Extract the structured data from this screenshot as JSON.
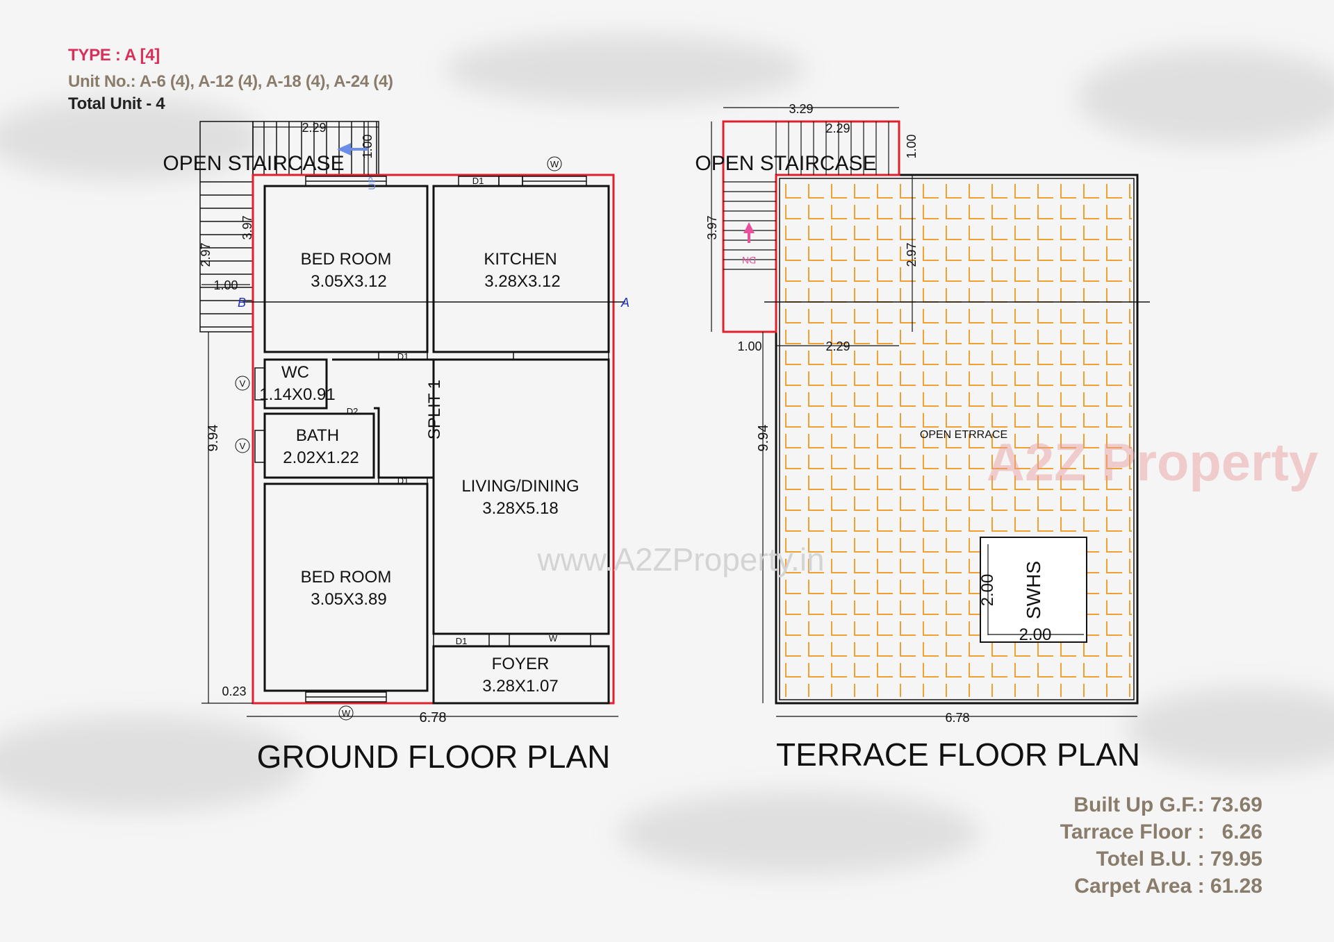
{
  "header": {
    "type": "TYPE : A [4]",
    "units": "Unit No.: A-6 (4), A-12 (4), A-18 (4), A-24 (4)",
    "total": "Total Unit - 4"
  },
  "colors": {
    "type": "#d9305a",
    "units": "#8a7c6a",
    "outline_red": "#e0202a",
    "tile_orange": "#f0a030"
  },
  "ground": {
    "title": "GROUND FLOOR PLAN",
    "staircase": "OPEN STAIRCASE",
    "up_label": "UP",
    "rooms": [
      {
        "name": "BED ROOM",
        "size": "3.05X3.12"
      },
      {
        "name": "KITCHEN",
        "size": "3.28X3.12"
      },
      {
        "name": "WC",
        "size": "1.14X0.91"
      },
      {
        "name": "BATH",
        "size": "2.02X1.22"
      },
      {
        "name": "LIVING/DINING",
        "size": "3.28X5.18"
      },
      {
        "name": "BED ROOM",
        "size": "3.05X3.89"
      },
      {
        "name": "FOYER",
        "size": "3.28X1.07"
      }
    ],
    "split": "SPLIT 1",
    "dims": {
      "stair_width": "2.29",
      "stair_depth": "1.00",
      "left_397": "3.97",
      "left_297": "2.97",
      "left_100": "1.00",
      "height": "9.94",
      "width": "6.78",
      "wall": "0.23"
    },
    "tags": {
      "d1": "D1",
      "d2": "D2",
      "w": "W",
      "v": "V",
      "sec_a": "A",
      "sec_b": "B"
    }
  },
  "terrace": {
    "title": "TERRACE FLOOR PLAN",
    "staircase": "OPEN STAIRCASE",
    "dn_label": "DN",
    "open": "OPEN ETRRACE",
    "swhs": "SWHS",
    "dims": {
      "top": "3.29",
      "stair": "2.29",
      "stair_depth": "1.00",
      "left": "3.97",
      "inner": "2.97",
      "landing": "1.00",
      "landing_w": "2.29",
      "height": "9.94",
      "width": "6.78",
      "swhs_h": "2.00",
      "swhs_w": "2.00"
    }
  },
  "watermark": {
    "logo": "A2Z Property",
    "url": "www.A2ZProperty.in"
  },
  "areas": {
    "built_up": "Built Up G.F.: 73.69",
    "terrace": "Tarrace Floor :   6.26",
    "total": "Totel B.U. : 79.95",
    "carpet": "Carpet Area : 61.28"
  }
}
